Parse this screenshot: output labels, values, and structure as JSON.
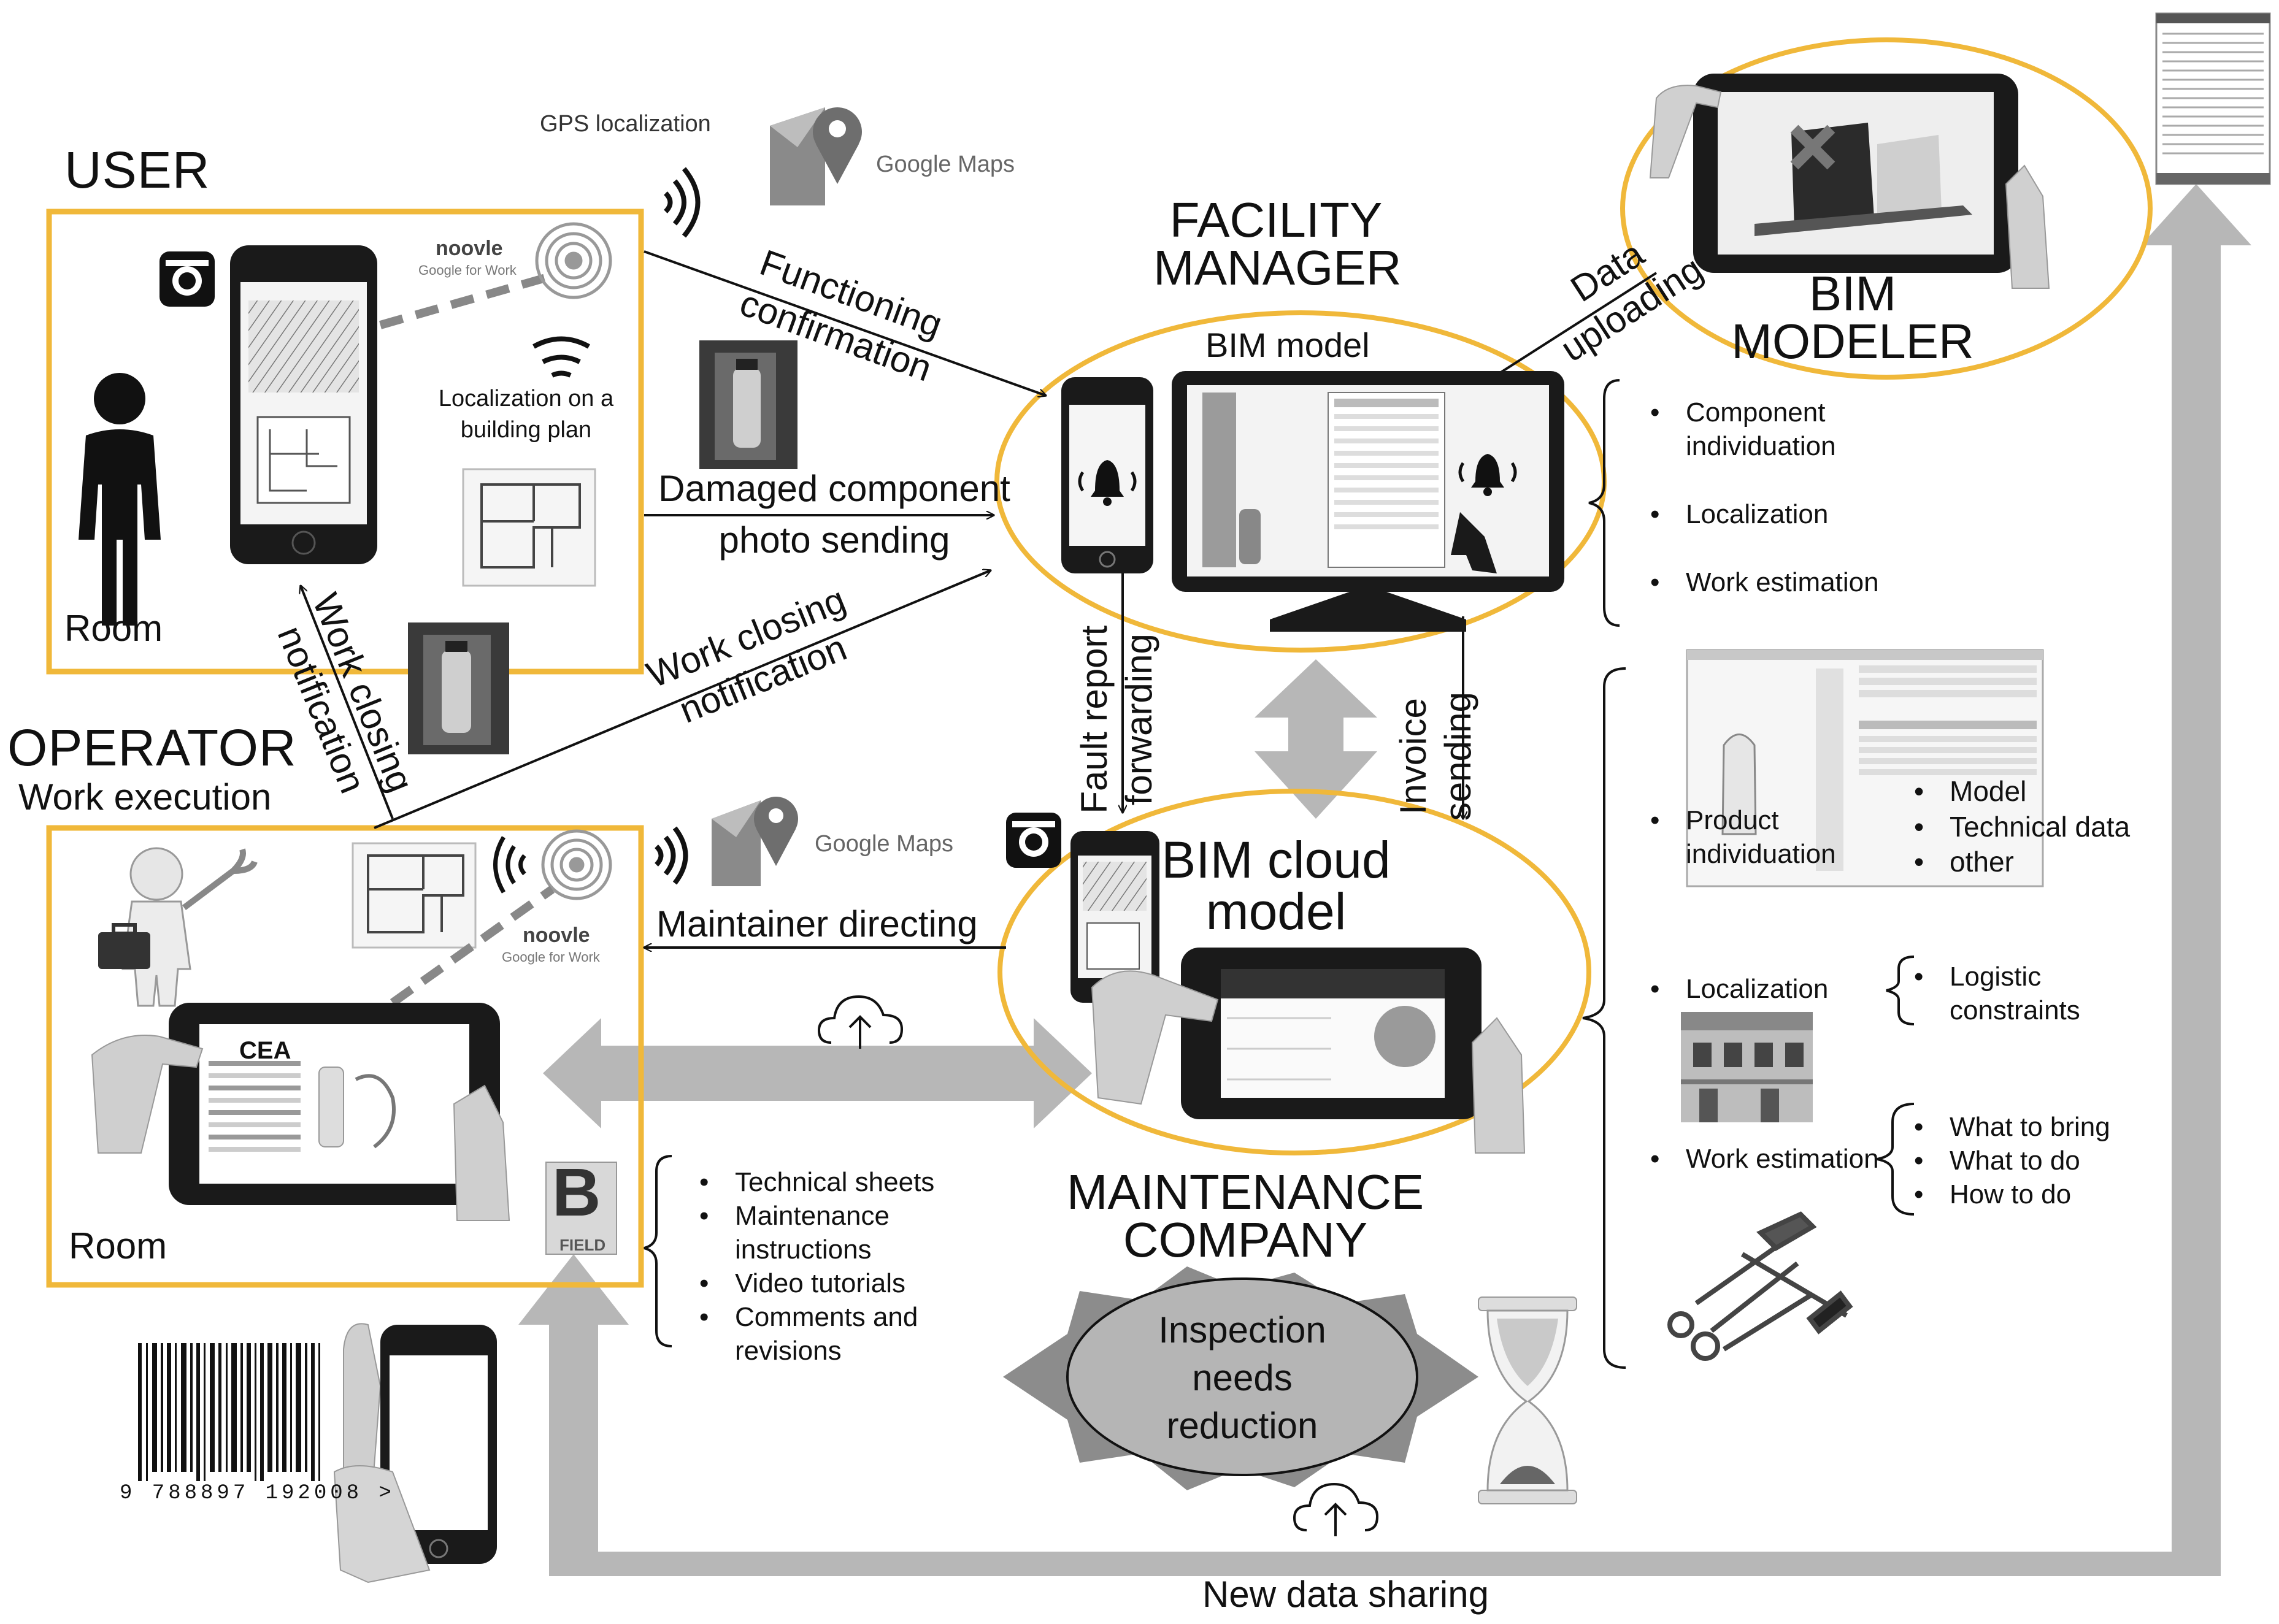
{
  "roles": {
    "user": "USER",
    "operator": "OPERATOR",
    "operator_sub": "Work execution",
    "facility_manager": "FACILITY\nMANAGER",
    "bim_modeler": "BIM\nMODELER",
    "maintenance_company": "MAINTENANCE\nCOMPANY"
  },
  "labels": {
    "gps": "GPS localization",
    "google_maps": "Google Maps",
    "noovle": "noovle",
    "noovle_sub": "Google for Work",
    "localization_plan": "Localization on a\nbuilding plan",
    "room": "Room",
    "bim_model": "BIM model",
    "bim_cloud_model": "BIM cloud\nmodel",
    "inspection": "Inspection\nneeds\nreduction",
    "new_data_sharing": "New data sharing",
    "barcode_digits": "9 788897 192008 >",
    "cea": "CEA",
    "bfield_letter": "B",
    "bfield_word": "FIELD"
  },
  "arrows": {
    "functioning_confirmation": "Functioning\nconfirmation",
    "damaged_component": "Damaged component\nphoto sending",
    "work_closing_1": "Work closing\nnotification",
    "work_closing_2": "Work closing\nnotification",
    "data_uploading": "Data\nuploading",
    "fault_report": "Fault report\nforwarding",
    "invoice_sending": "Invoice\nsending",
    "maintainer_directing": "Maintainer directing"
  },
  "fm_tasks": [
    "Component individuation",
    "Localization",
    "Work estimation"
  ],
  "right_items": {
    "product_individuation": "Product individuation",
    "product_sub": [
      "Model",
      "Technical data",
      "other"
    ],
    "localization": "Localization",
    "localization_sub": [
      "Logistic constraints"
    ],
    "work_estimation": "Work estimation",
    "work_sub": [
      "What to bring",
      "What to do",
      "How to do"
    ]
  },
  "operator_resources": [
    "Technical sheets",
    "Maintenance instructions",
    "Video tutorials",
    "Comments and revisions"
  ],
  "colors": {
    "accent_yellow": "#f0b83a",
    "grey_arrow": "#b7b7b7",
    "dark": "#1a1a1a"
  }
}
